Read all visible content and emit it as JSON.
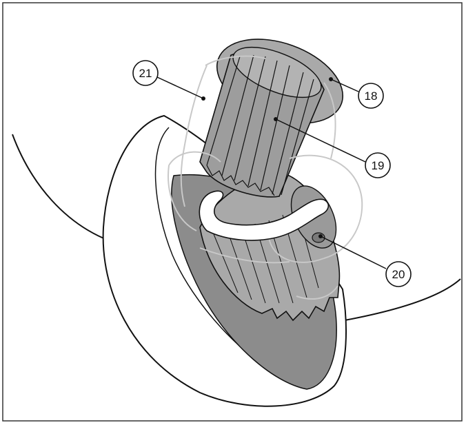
{
  "figure": {
    "callouts": [
      {
        "id": "c18",
        "label": "18"
      },
      {
        "id": "c19",
        "label": "19"
      },
      {
        "id": "c20",
        "label": "20"
      },
      {
        "id": "c21",
        "label": "21"
      }
    ],
    "colors": {
      "outline": "#111111",
      "gray_dark": "#8c8c8c",
      "gray_mid": "#a9a9a9",
      "gray_light": "#c4c4c4",
      "ghost": "#c8c8c8",
      "background": "#ffffff"
    }
  }
}
